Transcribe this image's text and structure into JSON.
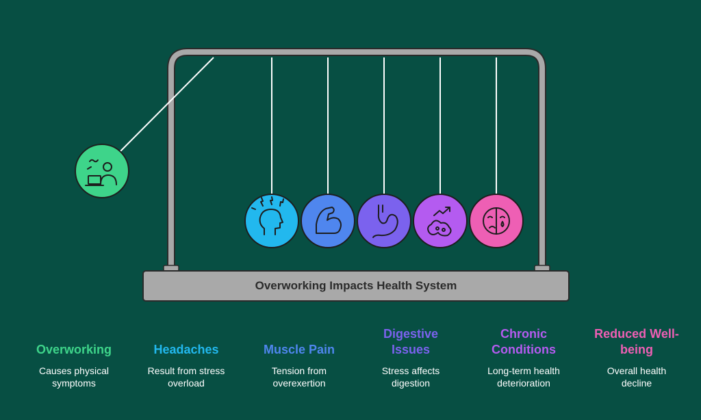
{
  "base_label": "Overworking Impacts Health System",
  "balls": [
    {
      "name": "overworking",
      "icon": "person-laptop-icon",
      "color": "#3ed48a"
    },
    {
      "name": "headaches",
      "icon": "head-pain-icon",
      "color": "#22b8ee"
    },
    {
      "name": "muscle-pain",
      "icon": "flexed-arm-icon",
      "color": "#4f86ee"
    },
    {
      "name": "digestive-issues",
      "icon": "stomach-icon",
      "color": "#7b62ee"
    },
    {
      "name": "chronic-conditions",
      "icon": "trend-up-germ-icon",
      "color": "#b45bf0"
    },
    {
      "name": "reduced-well-being",
      "icon": "sad-face-icon",
      "color": "#ee5fb4"
    }
  ],
  "legend": [
    {
      "title_lines": [
        "Overworking"
      ],
      "desc_lines": [
        "Causes physical",
        "symptoms"
      ],
      "color": "#3ed48a"
    },
    {
      "title_lines": [
        "Headaches"
      ],
      "desc_lines": [
        "Result from stress",
        "overload"
      ],
      "color": "#22b8ee"
    },
    {
      "title_lines": [
        "Muscle Pain"
      ],
      "desc_lines": [
        "Tension from",
        "overexertion"
      ],
      "color": "#4f86ee"
    },
    {
      "title_lines": [
        "Digestive",
        "Issues"
      ],
      "desc_lines": [
        "Stress affects",
        "digestion"
      ],
      "color": "#7b62ee"
    },
    {
      "title_lines": [
        "Chronic",
        "Conditions"
      ],
      "desc_lines": [
        "Long-term health",
        "deterioration"
      ],
      "color": "#b45bf0"
    },
    {
      "title_lines": [
        "Reduced Well-",
        "being"
      ],
      "desc_lines": [
        "Overall health",
        "decline"
      ],
      "color": "#ee5fb4"
    }
  ]
}
